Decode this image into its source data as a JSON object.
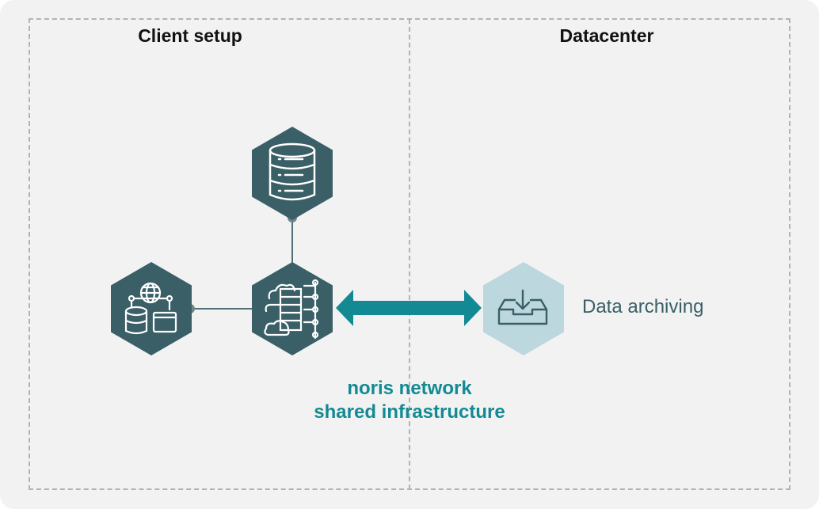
{
  "sections": {
    "left_title": "Client setup",
    "right_title": "Datacenter"
  },
  "nodes": {
    "storage_icon": "database-icon",
    "client_icon": "network-datacenter-icon",
    "hub_icon": "cloud-server-icon",
    "archive_icon": "inbox-download-icon",
    "archive_label": "Data archiving"
  },
  "connection": {
    "line1": "noris network",
    "line2": "shared infrastructure"
  },
  "colors": {
    "background": "#f2f2f2",
    "hex_dark": "#3a5f67",
    "hex_light": "#bcd7de",
    "accent": "#138a93"
  }
}
